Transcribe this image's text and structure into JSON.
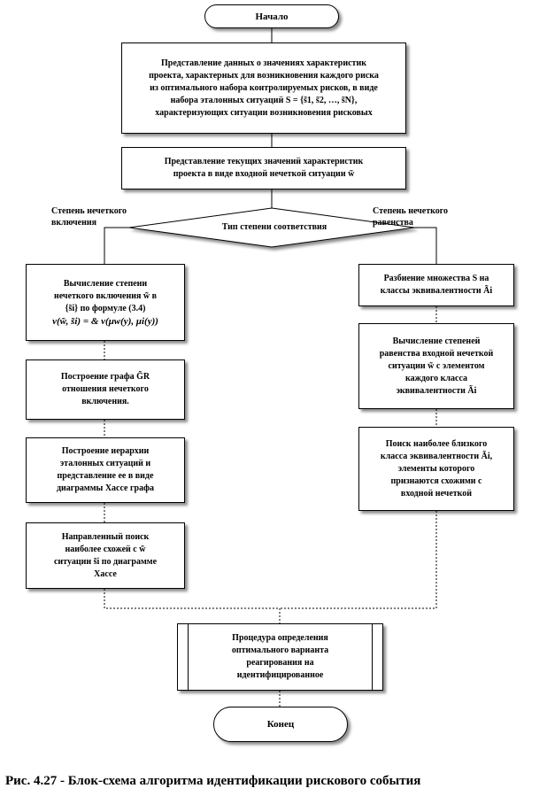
{
  "start": "Начало",
  "step1": {
    "lines": [
      "Представление данных о значениях характеристик",
      "проекта, характерных для возникновения каждого риска",
      "из оптимального набора контролируемых рисков, в виде",
      "набора эталонных ситуаций  S = {s̃1, s̃2, …, s̃N},",
      "характеризующих ситуации возникновения рисковых"
    ]
  },
  "step2": {
    "lines": [
      "Представление текущих значений характеристик",
      "проекта в виде входной нечеткой ситуации  w̃"
    ]
  },
  "decision": {
    "text": "Тип степени соответствия",
    "left_label": [
      "Степень нечеткого",
      "включения"
    ],
    "right_label": [
      "Степень нечеткого",
      "равенства"
    ]
  },
  "left": {
    "box1": {
      "lines": [
        "Вычисление степени",
        "нечеткого включения  w̃  в",
        "{s̃i} по формуле (3.4)"
      ],
      "formula": "ν(w̃, s̃i) = & ν(μw(y), μi(y))"
    },
    "box2": {
      "lines": [
        "Построение графа G̃R",
        "отношения нечеткого",
        "включения."
      ]
    },
    "box3": {
      "lines": [
        "Построение иерархии",
        "эталонных ситуаций и",
        "представление ее в виде",
        "диаграммы Хассе графа"
      ]
    },
    "box4": {
      "lines": [
        "Направленный поиск",
        "наиболее схожей с  w̃",
        "ситуации  s̃i  по диаграмме",
        "Хассе"
      ]
    }
  },
  "right": {
    "box1": {
      "lines": [
        "Разбиение множества S на",
        "классы эквивалентности  Ãi"
      ]
    },
    "box2": {
      "lines": [
        "Вычисление степеней",
        "равенства входной нечеткой",
        "ситуации  w̃  с элементом",
        "каждого класса",
        "эквивалентности  Ãi"
      ]
    },
    "box3": {
      "lines": [
        "Поиск наиболее близкого",
        "класса эквивалентности  Ãi,",
        "элементы которого",
        "признаются схожими с",
        "входной нечеткой"
      ]
    }
  },
  "procedure": {
    "lines": [
      "Процедура определения",
      "оптимального варианта",
      "реагирования на",
      "идентифицированное"
    ]
  },
  "end": "Конец",
  "caption": "Рис. 4.27 - Блок-схема алгоритма идентификации рискового события"
}
